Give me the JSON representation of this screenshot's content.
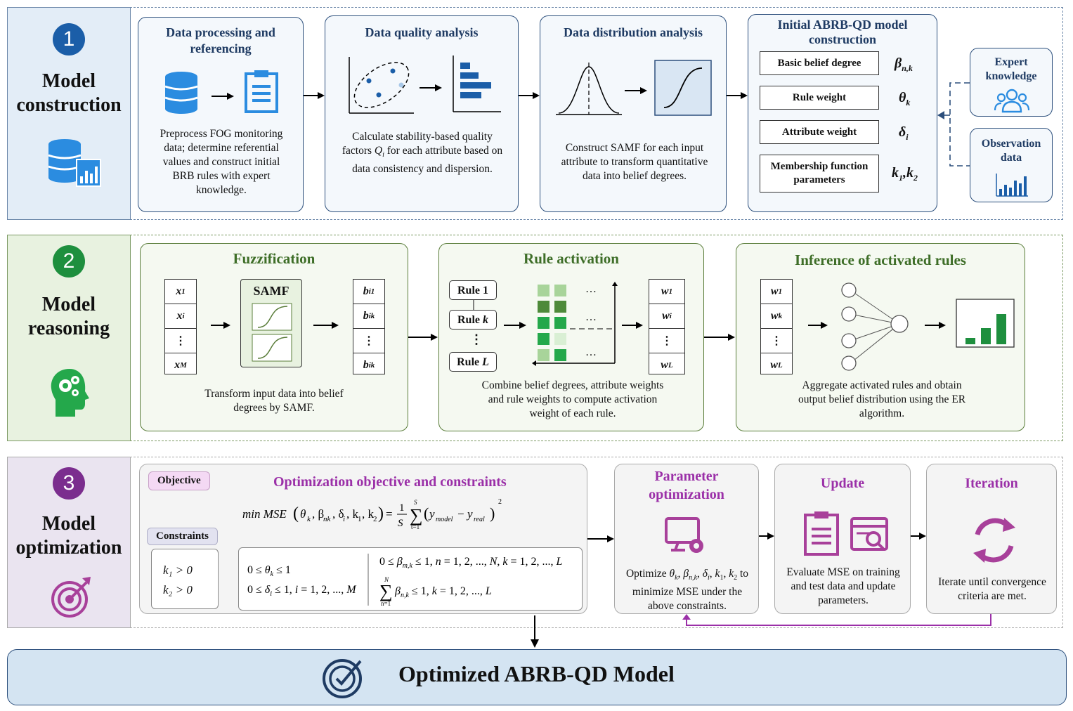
{
  "colors": {
    "blue": "#1b5ea8",
    "green": "#1e8f3e",
    "purple": "#7b2d8e",
    "green_title": "#3e6e28",
    "purple_title": "#9b30a8",
    "navy": "#1f3b63"
  },
  "sections": [
    {
      "number": "1",
      "title_line1": "Model",
      "title_line2": "construction",
      "icon": "database-chart-icon"
    },
    {
      "number": "2",
      "title_line1": "Model",
      "title_line2": "reasoning",
      "icon": "head-gears-icon"
    },
    {
      "number": "3",
      "title_line1": "Model",
      "title_line2": "optimization",
      "icon": "target-icon"
    }
  ],
  "construction": {
    "card1": {
      "title": "Data processing and referencing",
      "text": "Preprocess FOG monitoring data; determine referential values and construct initial BRB rules with expert knowledge."
    },
    "card2": {
      "title": "Data quality analysis",
      "text_a": "Calculate stability-based quality factors ",
      "text_q": "Q",
      "text_qi": "i",
      "text_b": " for each attribute based on data consistency and dispersion."
    },
    "card3": {
      "title": "Data distribution analysis",
      "text": "Construct SAMF for each input attribute to transform quantitative data into belief degrees."
    },
    "card4": {
      "title": "Initial ABRB-QD model construction",
      "params": [
        {
          "label": "Basic belief degree",
          "sym": "β",
          "sub": "n,k"
        },
        {
          "label": "Rule weight",
          "sym": "θ",
          "sub": "k"
        },
        {
          "label": "Attribute weight",
          "sym": "δ",
          "sub": "i"
        },
        {
          "label": "Membership function parameters",
          "sym": "k",
          "sub": "1",
          "sym2": ",k",
          "sub2": "2"
        }
      ]
    },
    "expert": "Expert knowledge",
    "observation": "Observation data"
  },
  "reasoning": {
    "fuzz": {
      "title": "Fuzzification",
      "samf": "SAMF",
      "text": "Transform input data into belief degrees by SAMF.",
      "inputs": [
        {
          "v": "x",
          "s": "1"
        },
        {
          "v": "x",
          "s": "i"
        },
        {
          "v": "⋮",
          "s": ""
        },
        {
          "v": "x",
          "s": "M"
        }
      ],
      "outputs": [
        {
          "v": "b",
          "s": "i1"
        },
        {
          "v": "b",
          "s": "ik"
        },
        {
          "v": "⋮",
          "s": ""
        },
        {
          "v": "b",
          "s": "ik"
        }
      ]
    },
    "rule": {
      "title": "Rule activation",
      "text": "Combine belief degrees, attribute weights and rule weights to compute activation weight of each rule.",
      "rules": [
        {
          "a": "Rule ",
          "b": "1"
        },
        {
          "a": "Rule ",
          "b": "k"
        },
        {
          "a": "⋮",
          "b": ""
        },
        {
          "a": "Rule ",
          "b": "L"
        }
      ],
      "weights": [
        {
          "v": "w",
          "s": "1"
        },
        {
          "v": "w",
          "s": "i"
        },
        {
          "v": "⋮",
          "s": ""
        },
        {
          "v": "w",
          "s": "L"
        }
      ],
      "dots": "…"
    },
    "infer": {
      "title": "Inference of activated rules",
      "text": "Aggregate activated rules and obtain output belief distribution using the ER algorithm.",
      "weights": [
        {
          "v": "w",
          "s": "1"
        },
        {
          "v": "w",
          "s": "k"
        },
        {
          "v": "⋮",
          "s": ""
        },
        {
          "v": "w",
          "s": "L"
        }
      ]
    }
  },
  "optimization": {
    "objective_tag": "Objective",
    "constraints_tag": "Constraints",
    "title": "Optimization objective and constraints",
    "formula_lhs": "min MSE(θ",
    "k_constraints": [
      "k₁ > 0",
      "k₂ > 0"
    ],
    "param": {
      "title": "Parameter optimization",
      "text_a": "Optimize ",
      "text_b": " to minimize MSE under the above constraints."
    },
    "update": {
      "title": "Update",
      "text": "Evaluate MSE on training and test data and update parameters."
    },
    "iteration": {
      "title": "Iteration",
      "text": "Iterate until convergence criteria are met."
    }
  },
  "final": {
    "title": "Optimized ABRB-QD Model"
  }
}
